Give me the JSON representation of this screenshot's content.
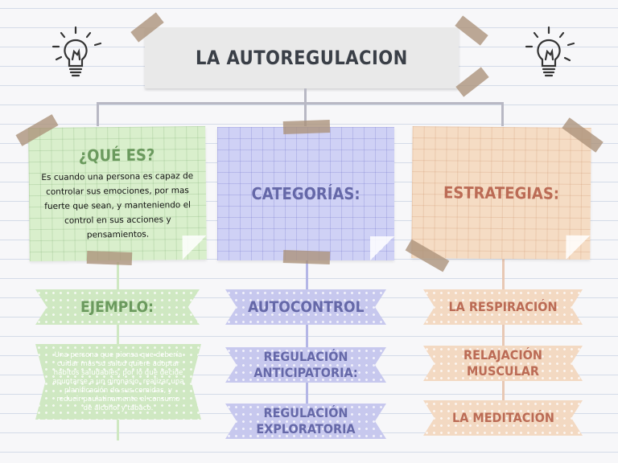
{
  "title": "LA AUTOREGULACION",
  "colors": {
    "green": "#d9efcc",
    "purple": "#cfd1f5",
    "peach": "#f5dcc4",
    "title_text": "#3a3f47"
  },
  "icons": [
    "lightbulb-icon-left",
    "lightbulb-icon-right"
  ],
  "cards": {
    "que_es": {
      "title": "¿QUÉ ES?",
      "body": "Es cuando una persona es capaz de controlar sus emociones, por mas fuerte que sean, y manteniendo el control en sus acciones y pensamientos."
    },
    "categorias": {
      "title": "CATEGORÍAS:"
    },
    "estrategias": {
      "title": "ESTRATEGIAS:"
    }
  },
  "left_column": {
    "banner": "EJEMPLO:",
    "example": "Una persona que piensa que debería cuidar más su salud quiere adoptar hábitos saludables, por lo que decide apuntarse a un gimnasio, realizar una planificación de sus comidas, y reducir paulatinamente el consumo de alcohol y tabaco."
  },
  "middle_column": {
    "items": [
      "AUTOCONTROL",
      "REGULACIÓN ANTICIPATORIA:",
      "REGULACIÓN EXPLORATORIA"
    ]
  },
  "right_column": {
    "items": [
      "LA RESPIRACIÓN",
      "RELAJACIÓN MUSCULAR",
      "LA MEDITACIÓN"
    ]
  }
}
